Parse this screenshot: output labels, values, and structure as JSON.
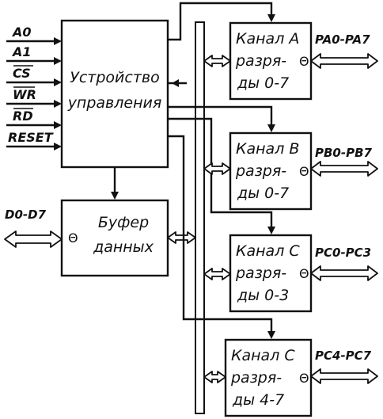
{
  "inputs": [
    "A0",
    "A1",
    "CS",
    "WR",
    "RD",
    "RESET"
  ],
  "control_unit": {
    "line1": "Устройство",
    "line2": "управления"
  },
  "data_bus": {
    "label": "D0-D7",
    "symbol": "Θ"
  },
  "data_buffer": {
    "line1": "Буфер",
    "line2": "данных"
  },
  "channels": [
    {
      "line1": "Канал A",
      "line2": "разря-",
      "line3": "ды 0-7",
      "symbol": "Θ",
      "port": "PA0-PA7"
    },
    {
      "line1": "Канал B",
      "line2": "разря-",
      "line3": "ды 0-7",
      "symbol": "Θ",
      "port": "PB0-PB7"
    },
    {
      "line1": "Канал C",
      "line2": "разря-",
      "line3": "ды 0-3",
      "symbol": "Θ",
      "port": "PC0-PC3"
    },
    {
      "line1": "Канал C",
      "line2": "разря-",
      "line3": "ды 4-7",
      "symbol": "Θ",
      "port": "PC4-PC7"
    }
  ]
}
